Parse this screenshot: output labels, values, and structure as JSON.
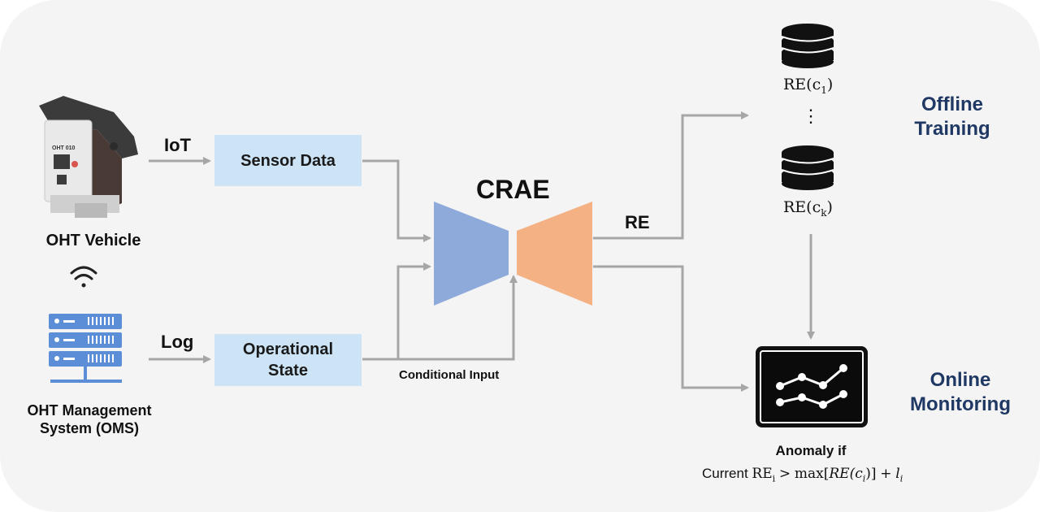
{
  "sources": {
    "vehicle_label": "OHT Vehicle",
    "vehicle_tag": "OHT 010",
    "oms_label_line1": "OHT Management",
    "oms_label_line2": "System (OMS)"
  },
  "edges": {
    "iot": "IoT",
    "log": "Log",
    "re": "RE",
    "conditional_input": "Conditional Input"
  },
  "boxes": {
    "sensor_data": "Sensor Data",
    "operational_state_line1": "Operational",
    "operational_state_line2": "State"
  },
  "model": {
    "title": "CRAE"
  },
  "storage": {
    "re_prefix": "RE(c",
    "first_subscript": "1",
    "last_subscript": "k",
    "suffix": ")",
    "ellipsis": "⋮"
  },
  "phases": {
    "offline_line1": "Offline",
    "offline_line2": "Training",
    "online_line1": "Online",
    "online_line2": "Monitoring"
  },
  "rule": {
    "heading": "Anomaly if",
    "current": "Current",
    "re": "RE",
    "sub_i": "i",
    "gt": ">",
    "max": "max",
    "re_ci": "RE(c",
    "close": ")]",
    "plus": "+",
    "l": "l"
  },
  "colors": {
    "panel": "#f4f4f4",
    "box_fill": "#cde4f6",
    "encoder": "#8eaadb",
    "decoder": "#f4b183",
    "arrow": "#a6a6a6",
    "navy": "#1f3864",
    "server": "#5b8ed6"
  },
  "icons": [
    "oht-vehicle-icon",
    "wifi-icon",
    "server-icon",
    "database-icon",
    "monitor-chart-icon"
  ]
}
